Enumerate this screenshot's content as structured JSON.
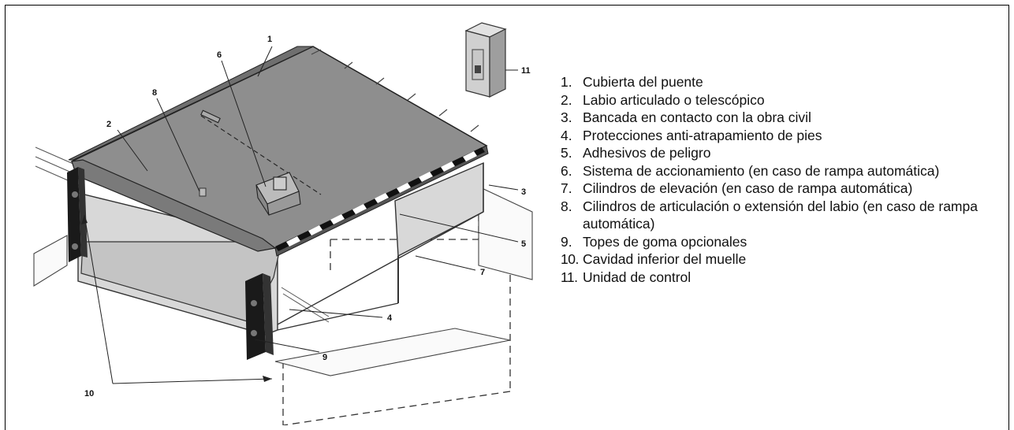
{
  "diagram": {
    "callouts": [
      "1",
      "2",
      "3",
      "4",
      "5",
      "6",
      "7",
      "8",
      "9",
      "10",
      "11"
    ],
    "legend": [
      {
        "num": "1.",
        "text": "Cubierta del puente"
      },
      {
        "num": "2.",
        "text": "Labio articulado o telescópico"
      },
      {
        "num": "3.",
        "text": "Bancada en contacto con la obra civil"
      },
      {
        "num": "4.",
        "text": "Protecciones anti-atrapamiento de pies"
      },
      {
        "num": "5.",
        "text": "Adhesivos de peligro"
      },
      {
        "num": "6.",
        "text": "Sistema de accionamiento (en caso de rampa automática)"
      },
      {
        "num": "7.",
        "text": "Cilindros de elevación (en caso de rampa automática)"
      },
      {
        "num": "8.",
        "text": "Cilindros de articulación o extensión del labio (en caso de rampa automática)"
      },
      {
        "num": "9.",
        "text": "Topes de goma opcionales"
      },
      {
        "num": "10.",
        "text": "Cavidad inferior del muelle"
      },
      {
        "num": "11.",
        "text": "Unidad de control"
      }
    ]
  }
}
